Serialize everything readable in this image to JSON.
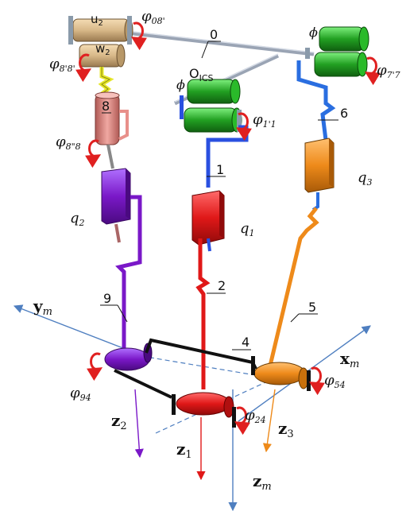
{
  "colors": {
    "background": "#ffffff",
    "link_black": "#111111",
    "axis_blue": "#4f7fc0",
    "red": "#e01818",
    "purple": "#7a18c8",
    "orange": "#ee8a1a",
    "green": "#22a022",
    "tan": "#d8b888",
    "pink": "#e8908a",
    "yellow": "#e6e62a",
    "blue_link": "#2a6ee0",
    "gray_rod": "#9aa4b4",
    "arrow_red": "#e02020"
  },
  "labels": {
    "u2": "u",
    "u2_sub": "2",
    "w2": "w",
    "w2_sub": "2",
    "phi_08": "φ",
    "phi_08_sub": "08'",
    "link_0": "0",
    "phi_top_right": "ϕ",
    "phi_77": "φ",
    "phi_77_sub": "7'7",
    "phi_88_top": "φ",
    "phi_88_top_sub": "8'8'",
    "o_ics": "O",
    "o_ics_sub": "ICS",
    "phi_mid": "ϕ",
    "phi_11": "φ",
    "phi_11_sub": "1'1",
    "link_8": "8",
    "phi_8_8": "φ",
    "phi_8_8_sub": "8\"8",
    "link_6": "6",
    "link_1": "1",
    "q3": "q",
    "q3_sub": "3",
    "q2": "q",
    "q2_sub": "2",
    "q1": "q",
    "q1_sub": "1",
    "link_2": "2",
    "link_9": "9",
    "link_5": "5",
    "ym": "y",
    "ym_sub": "m",
    "link_4": "4",
    "xm": "x",
    "xm_sub": "m",
    "phi_94": "φ",
    "phi_94_sub": "94",
    "phi_54": "φ",
    "phi_54_sub": "54",
    "phi_24": "φ",
    "phi_24_sub": "24",
    "z2": "z",
    "z2_sub": "2",
    "z3": "z",
    "z3_sub": "3",
    "z1": "z",
    "z1_sub": "1",
    "zm": "z",
    "zm_sub": "m"
  }
}
